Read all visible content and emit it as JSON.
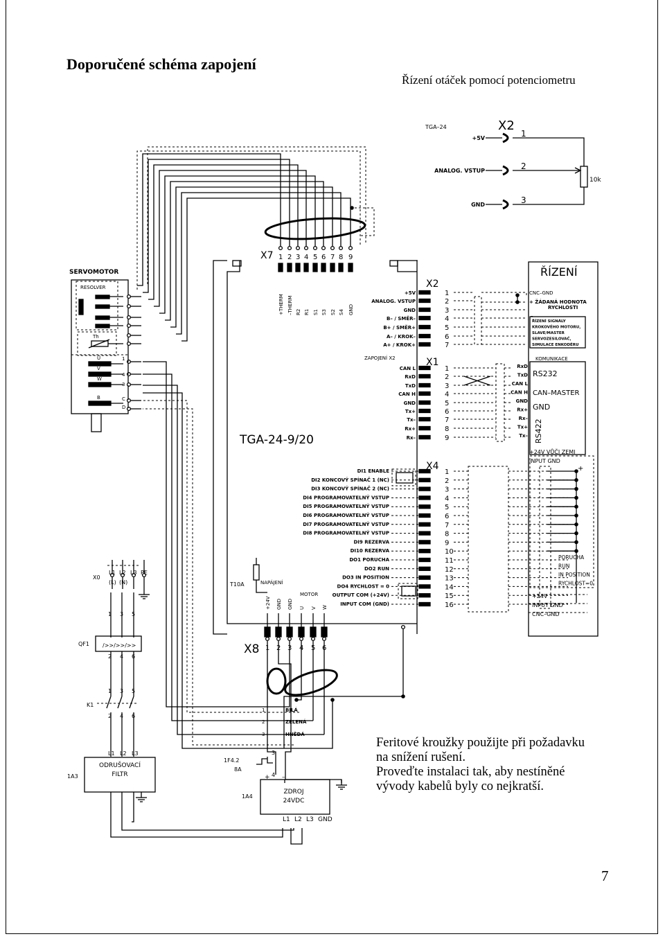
{
  "page": {
    "title": "Doporučené schéma zapojení",
    "subtitle": "Řízení otáček pomocí potenciometru",
    "note_lines": [
      "Feritové kroužky použijte při  požadavku",
      "na snížení rušení.",
      "Proveďte instalaci tak, aby nestíněné",
      "vývody kabelů byly co nejkratší."
    ],
    "page_number": "7"
  },
  "diagram": {
    "pot": {
      "model": "TGA–24",
      "connector": "X2",
      "pins": [
        {
          "label": "+5V",
          "num": "1"
        },
        {
          "label": "ANALOG. VSTUP",
          "num": "2"
        },
        {
          "label": "GND",
          "num": "3"
        }
      ],
      "resistor": "10k"
    },
    "servomotor": {
      "title": "SERVOMOTOR",
      "resolver": "RESOLVER",
      "thermistor": "Th",
      "phases": [
        "U",
        "V",
        "W",
        "B"
      ],
      "terminals": [
        "1",
        "4",
        "3",
        "C",
        "D"
      ]
    },
    "x7": {
      "name": "X7",
      "pins": [
        "1",
        "2",
        "3",
        "4",
        "5",
        "6",
        "7",
        "8",
        "9"
      ],
      "signals": [
        "+THERM",
        "–THERM",
        "R2",
        "R1",
        "S1",
        "S3",
        "S2",
        "S4",
        "GND"
      ]
    },
    "drive": {
      "model": "TGA-24-9/20",
      "x2": {
        "name": "X2",
        "caption": "ZAPOJENÍ X2",
        "labels": [
          "+5V",
          "ANALOG. VSTUP",
          "GND",
          "B– / SMĚR–",
          "B+ / SMĚR+",
          "A– / KROK–",
          "A+ / KROK+"
        ],
        "pins": [
          "1",
          "2",
          "3",
          "4",
          "5",
          "6",
          "7"
        ]
      },
      "x1": {
        "name": "X1",
        "labels": [
          "CAN L",
          "RxD",
          "TxD",
          "CAN H",
          "GND",
          "Tx+",
          "Tx–",
          "Rx+",
          "Rx–"
        ],
        "pins": [
          "1",
          "2",
          "3",
          "4",
          "5",
          "6",
          "7",
          "8",
          "9"
        ]
      },
      "x4": {
        "name": "X4",
        "labels": [
          "DI1 ENABLE",
          "DI2 KONCOVÝ SPÍNAČ 1 (NC)",
          "DI3 KONCOVÝ SPÍNAČ 2 (NC)",
          "DI4 PROGRAMOVATELNÝ VSTUP",
          "DI5 PROGRAMOVATELNÝ VSTUP",
          "DI6 PROGRAMOVATELNÝ VSTUP",
          "DI7 PROGRAMOVATELNÝ VSTUP",
          "DI8 PROGRAMOVATELNÝ VSTUP",
          "DI9 REZERVA",
          "DI10 REZERVA",
          "DO1 PORUCHA",
          "DO2 RUN",
          "DO3 IN POSITION",
          "DO4 RYCHLOST = 0",
          "OUTPUT COM (+24V)",
          "INPUT COM (GND)"
        ],
        "pins": [
          "1",
          "2",
          "3",
          "4",
          "5",
          "6",
          "7",
          "8",
          "9",
          "10",
          "11",
          "12",
          "13",
          "14",
          "15",
          "16"
        ]
      },
      "fuse": "T10A",
      "supply": "NAPÁJENÍ",
      "motor": "MOTOR",
      "x8": {
        "name": "X8",
        "pins": [
          "1",
          "2",
          "3",
          "4",
          "5",
          "6"
        ],
        "signals": [
          "+24V",
          "GND",
          "GND",
          "U",
          "V",
          "W"
        ]
      }
    },
    "control": {
      "title": "ŘÍZENÍ",
      "labels": [
        "CNC–GND",
        "+ ŽÁDANÁ HODNOTA",
        "RYCHLOSTI",
        "–"
      ],
      "box": [
        "ŘÍZENÍ SIGNÁLY",
        "KROKOVÉHO MOTORU,",
        "SLAVE/MASTER",
        "SERVOZESILOVAČ,",
        "SIMULACE ENKODÉRU"
      ],
      "komunikace": "KOMUNIKACE",
      "comm_pins": [
        "RxD",
        "TxD",
        "CAN L",
        "CAN H",
        "GND",
        "Rx+",
        "Rx–",
        "Tx+",
        "Tx–"
      ],
      "rs232": "RS232",
      "can_master": "CAN–MASTER",
      "gnd": "GND",
      "rs422": "RS422",
      "zeme": [
        "+24V VŮČI ZEMI",
        "INPUT GND"
      ],
      "plus": "+",
      "outputs": [
        "PORUCHA",
        "RUN",
        "IN POSITION",
        "RYCHLOST=0"
      ],
      "bottom": [
        "+24V",
        "INPUT GND",
        "CNC–GND"
      ]
    },
    "power": {
      "x0": "X0",
      "x0_terms": [
        "L1",
        "L2",
        "L3",
        "PE"
      ],
      "x0_sub": [
        "(L)",
        "(N)"
      ],
      "qf1": "QF1",
      "qf_top": [
        "1",
        "3",
        "5"
      ],
      "qf_bottom": [
        "2",
        "4",
        "6"
      ],
      "k1": "K1",
      "k_top": [
        "1",
        "3",
        "5"
      ],
      "k_bottom": [
        "2",
        "4",
        "6"
      ],
      "filter_id": "1A3",
      "filter_terms": [
        "L1",
        "L2",
        "L3"
      ],
      "filter": [
        "ODRUŠOVACÍ",
        "FILTR"
      ],
      "cable": [
        {
          "num": "1",
          "color": "BÍLÁ"
        },
        {
          "num": "2",
          "color": "ZELENÁ"
        },
        {
          "num": "3",
          "color": "HNĚDÁ"
        }
      ],
      "fuse": [
        "1F4.2",
        "8A"
      ],
      "fuse_pins": [
        "3",
        "4"
      ],
      "psu_id": "1A4",
      "psu": [
        "ZDROJ",
        "24VDC"
      ],
      "psu_terms": [
        "L1",
        "L2",
        "L3",
        "GND"
      ],
      "psu_signs": [
        "+",
        "–"
      ]
    }
  }
}
